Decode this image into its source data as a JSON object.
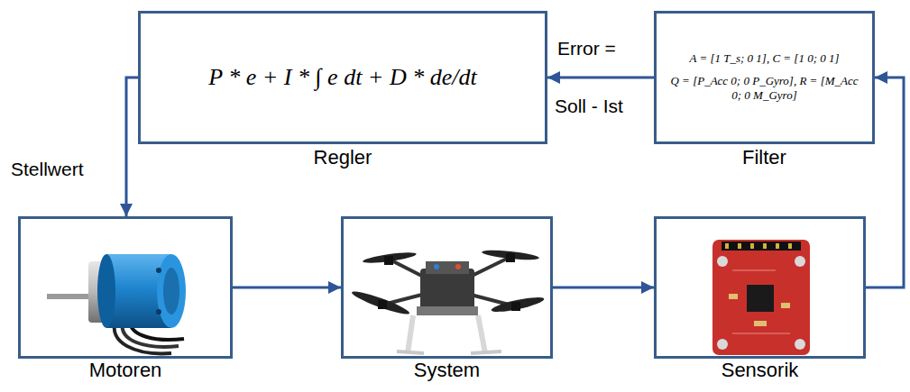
{
  "diagram": {
    "nodes": [
      {
        "text": [
          "P * e + I * ∫ e dt + D * de/dt",
          "Regler"
        ]
      },
      {
        "text": [
          "A = [1 T_s; 0 1], C = [1 0; 0 1]",
          "Q = [P_Acc 0; 0 P_Gyro], R = [M_Acc 0; 0 M_Gyro]",
          "Filter"
        ]
      },
      {
        "text": [
          "Motoren"
        ]
      },
      {
        "text": [
          "System"
        ]
      },
      {
        "text": [
          "Sensorik"
        ]
      }
    ],
    "edges": [
      {
        "from": 0,
        "to": 2,
        "arrow": "to",
        "label": "Stellwert"
      },
      {
        "from": 2,
        "to": 3,
        "arrow": "to"
      },
      {
        "from": 3,
        "to": 4,
        "arrow": "to"
      },
      {
        "from": 4,
        "to": 1,
        "arrow": "to"
      },
      {
        "from": 1,
        "to": 0,
        "arrow": "to"
      }
    ],
    "labels": [
      "Error =",
      "Soll - Ist"
    ]
  }
}
